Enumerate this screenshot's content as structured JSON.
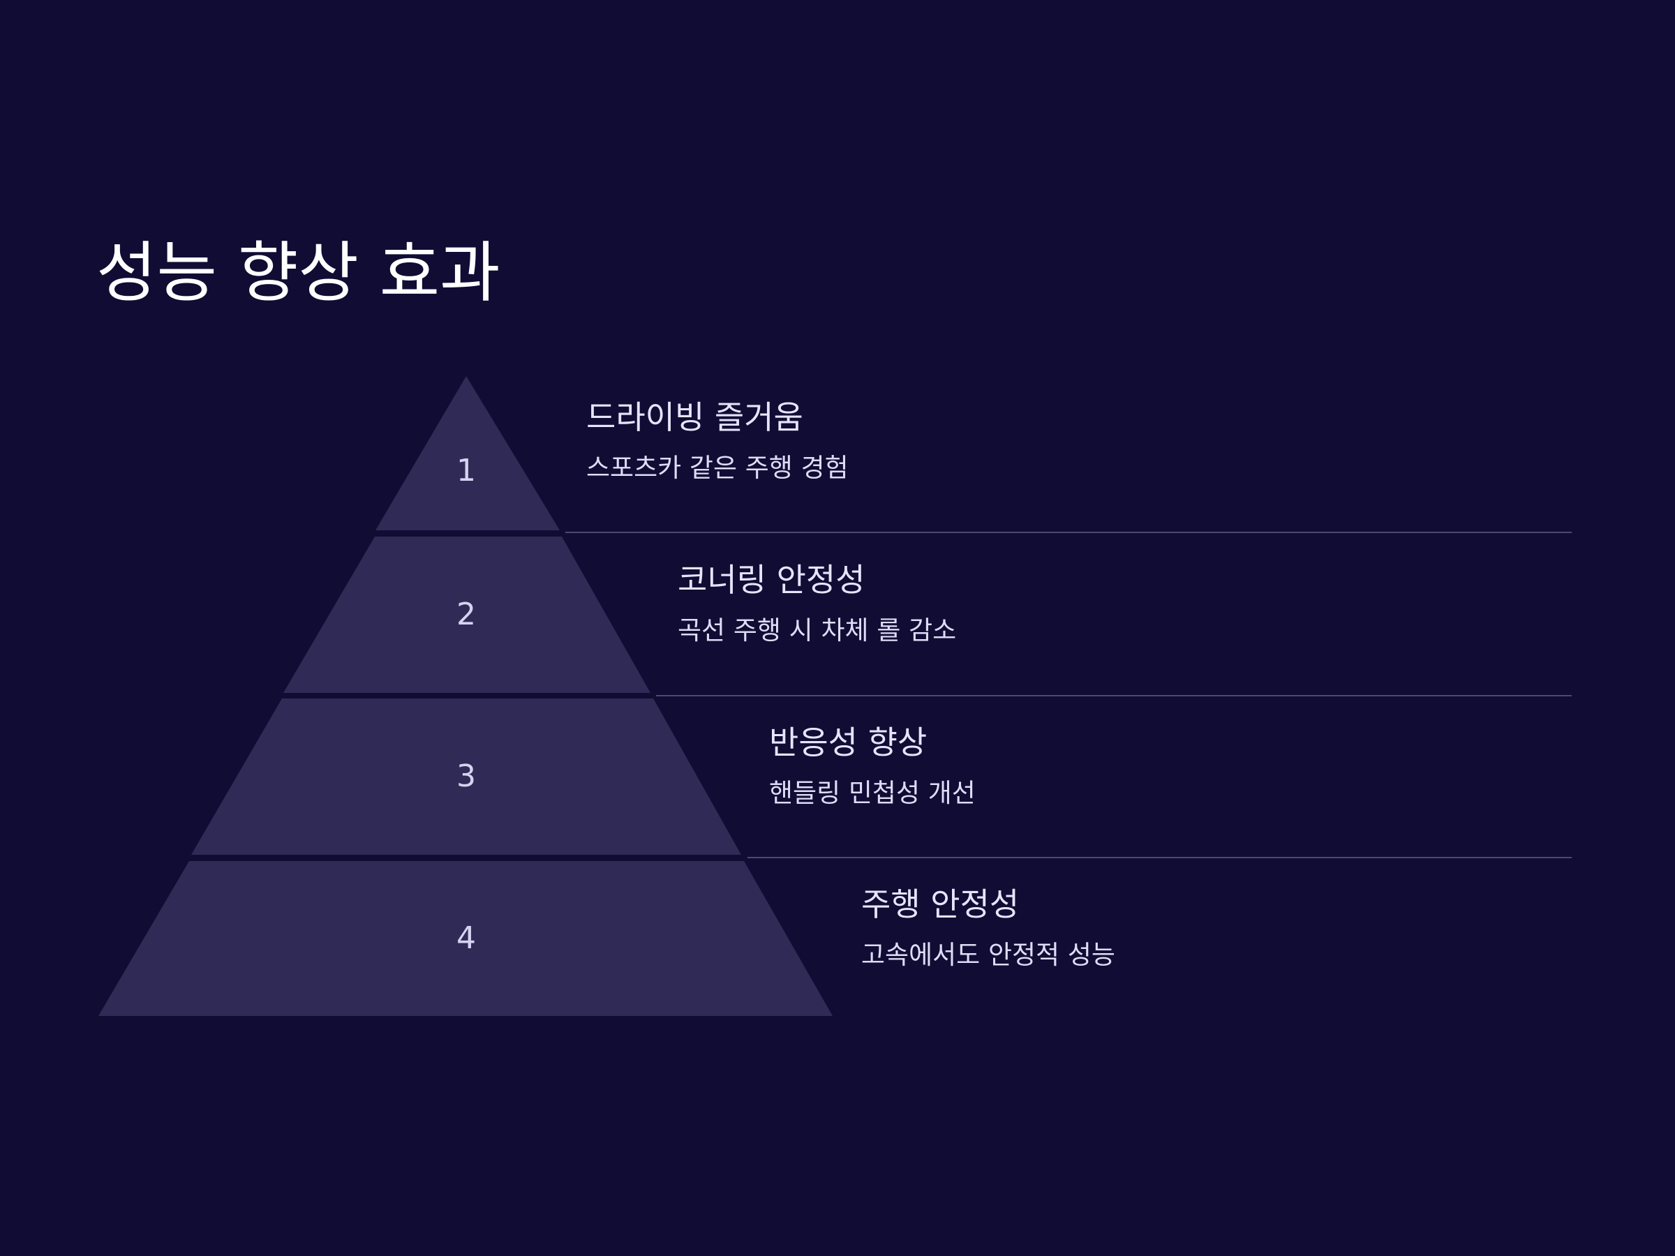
{
  "title": "성능 향상 효과",
  "colors": {
    "background": "#100c33",
    "tier_fill": "#302b56",
    "divider": "#4d4878",
    "text": "#ffffff",
    "muted_text": "#dedcf6"
  },
  "tiers": [
    {
      "number": "1",
      "heading": "드라이빙 즐거움",
      "description": "스포츠카 같은 주행 경험"
    },
    {
      "number": "2",
      "heading": "코너링 안정성",
      "description": "곡선 주행 시 차체 롤 감소"
    },
    {
      "number": "3",
      "heading": "반응성 향상",
      "description": "핸들링 민첩성 개선"
    },
    {
      "number": "4",
      "heading": "주행 안정성",
      "description": "고속에서도 안정적 성능"
    }
  ]
}
